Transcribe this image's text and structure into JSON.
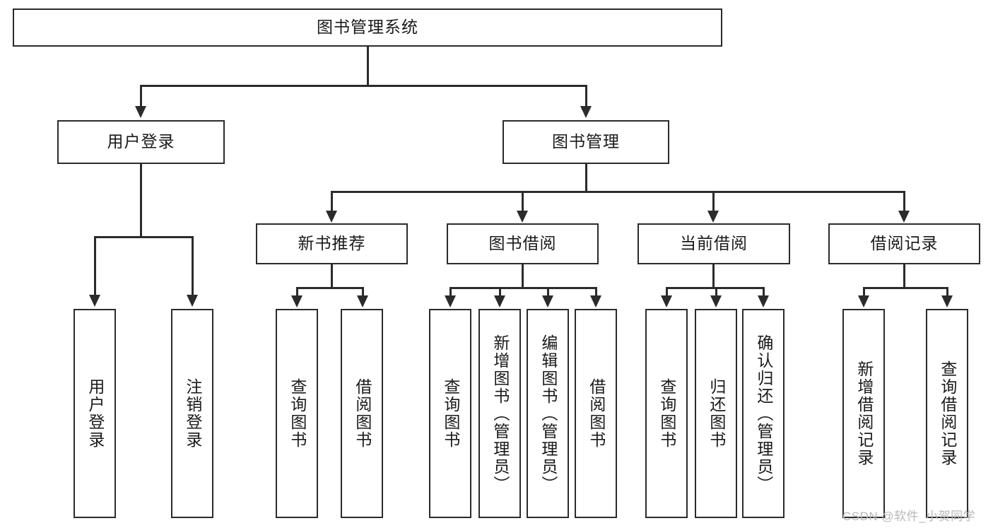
{
  "diagram": {
    "title": "图书管理系统",
    "type": "function-structure-tree",
    "root": {
      "label": "图书管理系统"
    },
    "level2": [
      {
        "label": "用户登录"
      },
      {
        "label": "图书管理"
      }
    ],
    "level3": [
      {
        "label": "新书推荐"
      },
      {
        "label": "图书借阅"
      },
      {
        "label": "当前借阅"
      },
      {
        "label": "借阅记录"
      }
    ],
    "leaves": {
      "user_login": [
        {
          "label": "用户登录"
        },
        {
          "label": "注销登录"
        }
      ],
      "new_book_recommend": [
        {
          "label": "查询图书"
        },
        {
          "label": "借阅图书"
        }
      ],
      "book_borrow": [
        {
          "label": "查询图书"
        },
        {
          "label": "新增图书（管理员）"
        },
        {
          "label": "编辑图书（管理员）"
        },
        {
          "label": "借阅图书"
        }
      ],
      "current_borrow": [
        {
          "label": "查询图书"
        },
        {
          "label": "归还图书"
        },
        {
          "label": "确认归还（管理员）"
        }
      ],
      "borrow_record": [
        {
          "label": "新增借阅记录"
        },
        {
          "label": "查询借阅记录"
        }
      ]
    }
  },
  "watermark": {
    "text": "CSDN @软件_小贺同学"
  },
  "colors": {
    "stroke": "#2b2b2b",
    "text": "#1a1a1a",
    "background": "#ffffff",
    "watermark": "#b9b9b9"
  }
}
